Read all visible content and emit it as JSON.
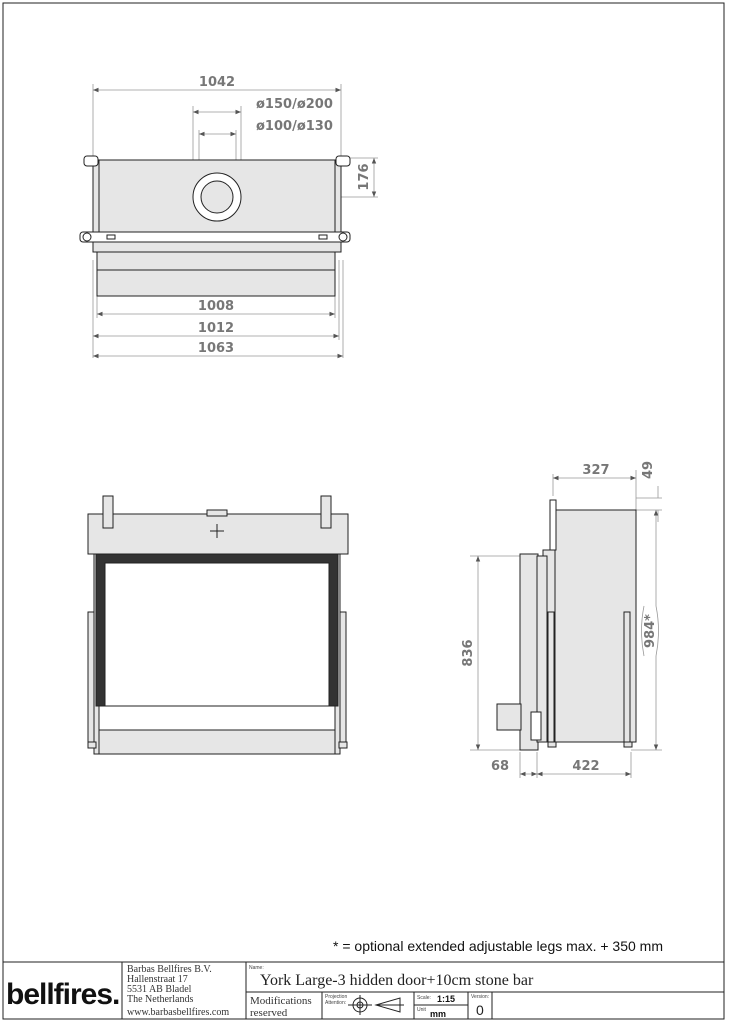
{
  "top_view": {
    "dims": {
      "width_top": "1042",
      "flue_outer": "ø150/ø200",
      "flue_inner": "ø100/ø130",
      "flue_offset": "176",
      "w1": "1008",
      "w2": "1012",
      "w3": "1063"
    }
  },
  "side_view": {
    "dims": {
      "depth_top": "327",
      "top_offset": "49",
      "height": "836",
      "total_height": "984*",
      "front": "68",
      "depth_bottom": "422"
    }
  },
  "note": "* = optional extended adjustable legs max. + 350 mm",
  "title_block": {
    "company": {
      "logo": "bellfires.",
      "name": "Barbas Bellfires B.V.",
      "street": "Hallenstraat 17",
      "postcode": "5531 AB Bladel",
      "country": "The Netherlands",
      "website": "www.barbasbellfires.com"
    },
    "name_label": "Name:",
    "name": "York Large-3 hidden door+10cm stone bar",
    "modifications": [
      "Modifications",
      "reserved"
    ],
    "projection_label": [
      "Projection",
      "Attention:"
    ],
    "scale_label": "Scale:",
    "scale": "1:15",
    "unit_label": "Unit",
    "unit": "mm",
    "version_label": "Version:",
    "version": "0"
  }
}
